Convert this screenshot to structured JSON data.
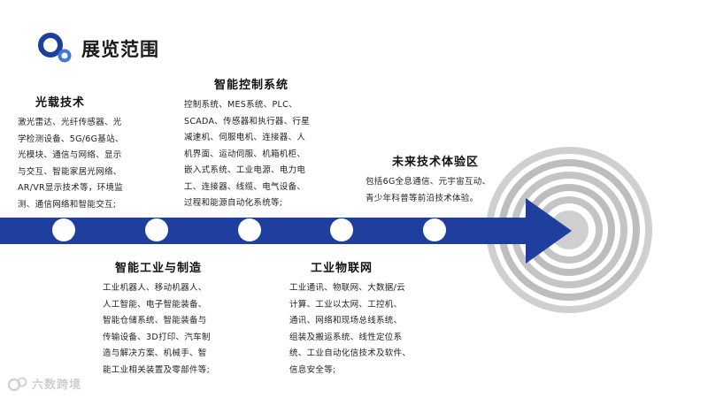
{
  "header": {
    "title": "展览范围",
    "logo_icon": "two-rings-logo-icon",
    "logo_colors": [
      "#1f3f9e",
      "#3f78d9"
    ]
  },
  "colors": {
    "arrow": "#1f3f9e",
    "node_fill": "#ffffff",
    "target_rings": [
      "#cfcfcf",
      "#b6b6b6"
    ]
  },
  "timeline": {
    "node_count": 5
  },
  "categories": [
    {
      "title": "光载技术",
      "lines": [
        "激光雷达、光纤传感器、光",
        "学检测设备、5G/6G基站、",
        "光模块、通信与网络、显示",
        "与交互、智能家居光网络、",
        "AR/VR显示技术等，环境监",
        "测、通信网络和智能交互;"
      ]
    },
    {
      "title": "智能工业与制造",
      "lines": [
        "工业机器人、移动机器人、",
        "人工智能、电子智能装备、",
        "智能仓储系统、智能装备与",
        "传输设备、3D打印、汽车制",
        "造与解决方案、机械手、智",
        "能工业相关装置及零部件等;"
      ]
    },
    {
      "title": "智能控制系统",
      "lines": [
        "控制系统、MES系统、PLC、",
        "SCADA、传感器和执行器、行星",
        "减速机、伺服电机、连接器、人",
        "机界面、运动伺服、机箱机柜、",
        "嵌入式系统、工业电源、电力电",
        "工、连接器、线缆、电气设备、",
        "过程和能源自动化系统等;"
      ]
    },
    {
      "title": "工业物联网",
      "lines": [
        "工业通讯、物联网、大数据/云",
        "计算、工业以太网、工控机、",
        "通讯、网络和现场总线系统、",
        "组装及搬运系统、线性定位系",
        "统、工业自动化信技术及软件、",
        "信息安全等;"
      ]
    },
    {
      "title": "未来技术体验区",
      "lines": [
        "包括6G全息通信、元宇宙互动、",
        "青少年科普等前沿技术体验。"
      ]
    }
  ],
  "watermark": {
    "text": "六数跨境",
    "icon": "brand-logo-icon"
  }
}
